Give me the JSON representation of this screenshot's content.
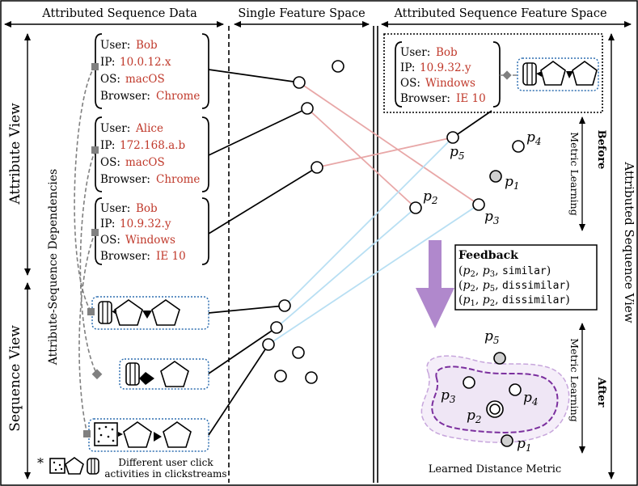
{
  "headers": {
    "attributed_sequence_data": "Attributed Sequence Data",
    "single_feature_space": "Single Feature Space",
    "attributed_sequence_feature_space": "Attributed Sequence Feature Space"
  },
  "side_labels": {
    "attribute_view": "Attribute View",
    "sequence_view": "Sequence View",
    "attribute_sequence_dependencies": "Attribute-Sequence Dependencies",
    "attributed_sequence_view": "Attributed Sequence View"
  },
  "field_labels": {
    "user": "User:",
    "ip": "IP:",
    "os": "OS:",
    "browser": "Browser:"
  },
  "records": [
    {
      "user": "Bob",
      "ip": "10.0.12.x",
      "os": "macOS",
      "browser": "Chrome"
    },
    {
      "user": "Alice",
      "ip": "172.168.a.b",
      "os": "macOS",
      "browser": "Chrome"
    },
    {
      "user": "Bob",
      "ip": "10.9.32.y",
      "os": "Windows",
      "browser": "IE 10"
    }
  ],
  "highlighted_record": {
    "user": "Bob",
    "ip": "10.9.32.y",
    "os": "Windows",
    "browser": "IE 10"
  },
  "points": {
    "p1": "p",
    "p1_sub": "1",
    "p2": "p",
    "p2_sub": "2",
    "p3": "p",
    "p3_sub": "3",
    "p4": "p",
    "p4_sub": "4",
    "p5": "p",
    "p5_sub": "5"
  },
  "metric_learning": {
    "before": "Before",
    "after": "After",
    "metric_learning": "Metric Learning"
  },
  "feedback": {
    "title": "Feedback",
    "rows": [
      {
        "a": "p",
        "a_sub": "2",
        "b": "p",
        "b_sub": "3",
        "label": "similar"
      },
      {
        "a": "p",
        "a_sub": "2",
        "b": "p",
        "b_sub": "5",
        "label": "dissimilar"
      },
      {
        "a": "p",
        "a_sub": "1",
        "b": "p",
        "b_sub": "2",
        "label": "dissimilar"
      }
    ]
  },
  "footnote": {
    "star": "*",
    "line1": "Different user click",
    "line2": "activities in clickstreams"
  },
  "learned_distance_metric": "Learned Distance Metric",
  "colors": {
    "attribute_value": "#c0392b",
    "pink_link": "#e8a7a7",
    "blue_link": "#b8dff3",
    "arrow_purple": "#b088cc",
    "cluster_fill": "#efe6f5",
    "cluster_stroke": "#7b2f9e"
  }
}
